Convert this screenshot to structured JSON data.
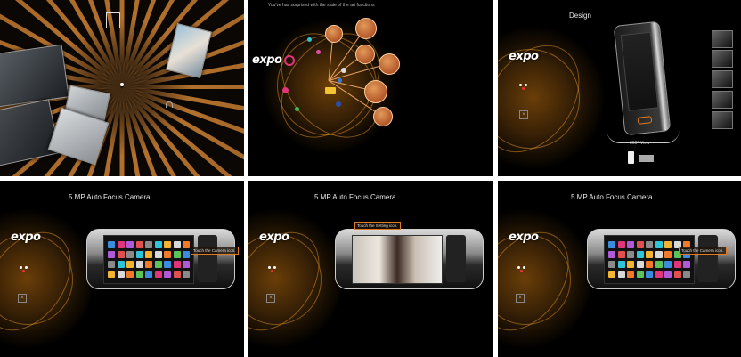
{
  "panels": [
    {
      "id": "intro",
      "caption": ""
    },
    {
      "id": "functions",
      "caption": "You've has surprised with the state of the art functions"
    },
    {
      "id": "design",
      "title": "Design",
      "rotate_label": "360° View"
    },
    {
      "id": "camera-1",
      "title": "5 MP Auto Focus Camera",
      "tooltip": "Touch the Camera icon."
    },
    {
      "id": "camera-2",
      "title": "5 MP Auto Focus Camera",
      "tooltip": "Touch the Setting icon."
    },
    {
      "id": "camera-3",
      "title": "5 MP Auto Focus Camera",
      "tooltip": "Touch the Camera icon."
    }
  ],
  "brand": "expo",
  "colors": {
    "accent": "#e07a20",
    "bubble": "#c46a34",
    "background": "#000000"
  },
  "close_icon": "×"
}
